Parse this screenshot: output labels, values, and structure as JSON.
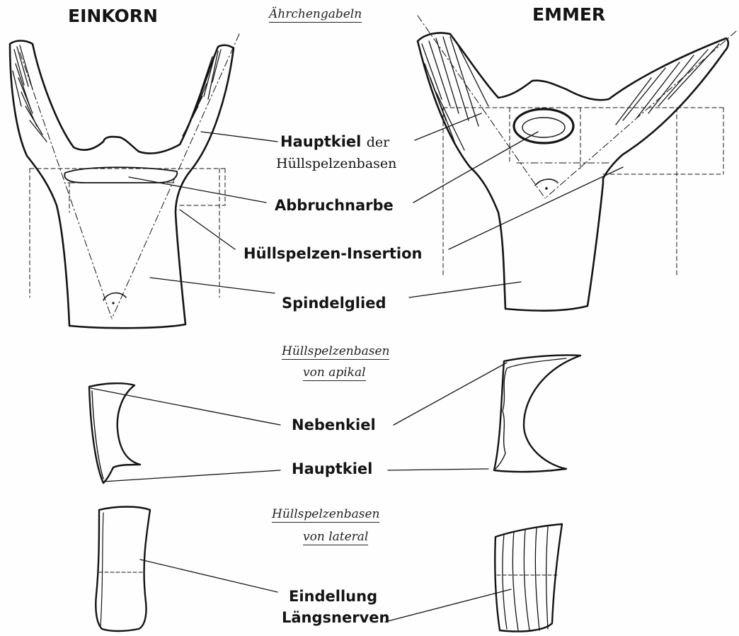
{
  "headers": {
    "einkorn": "EINKORN",
    "emmer": "EMMER"
  },
  "section_captions": {
    "spikelet_forks": "Ährchengabeln",
    "apical_line1": "Hüllspelzenbasen",
    "apical_line2": "von apikal",
    "lateral_line1": "Hüllspelzenbasen",
    "lateral_line2": "von lateral"
  },
  "labels": {
    "hauptkiel": "Hauptkiel",
    "hauptkiel_suffix": "der",
    "huellspelzenbasen": "Hüllspelzenbasen",
    "abbruchnarbe": "Abbruchnarbe",
    "huellspelzen_insertion": "Hüllspelzen-Insertion",
    "spindelglied": "Spindelglied",
    "nebenkiel": "Nebenkiel",
    "hauptkiel_2": "Hauptkiel",
    "eindellung": "Eindellung",
    "laengsnerven": "Längsnerven"
  },
  "colors": {
    "ink": "#141414",
    "paper": "#fefefe"
  }
}
